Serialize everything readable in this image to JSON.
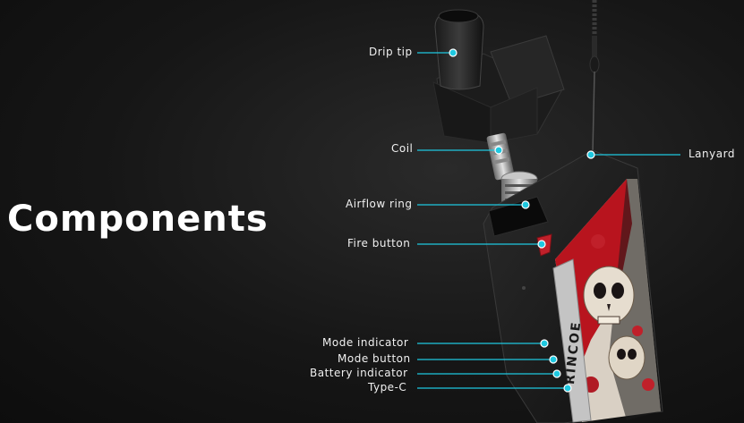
{
  "heading": "Components",
  "callouts": {
    "drip_tip": "Drip tip",
    "coil": "Coil",
    "airflow_ring": "Airflow ring",
    "fire_button": "Fire button",
    "lanyard": "Lanyard",
    "mode_indicator": "Mode indicator",
    "mode_button": "Mode button",
    "battery_indicator": "Battery indicator",
    "type_c": "Type-C"
  },
  "brand_text": "RINCOE",
  "colors": {
    "callout": "#1ec8e0",
    "accent_red": "#c0202a"
  }
}
